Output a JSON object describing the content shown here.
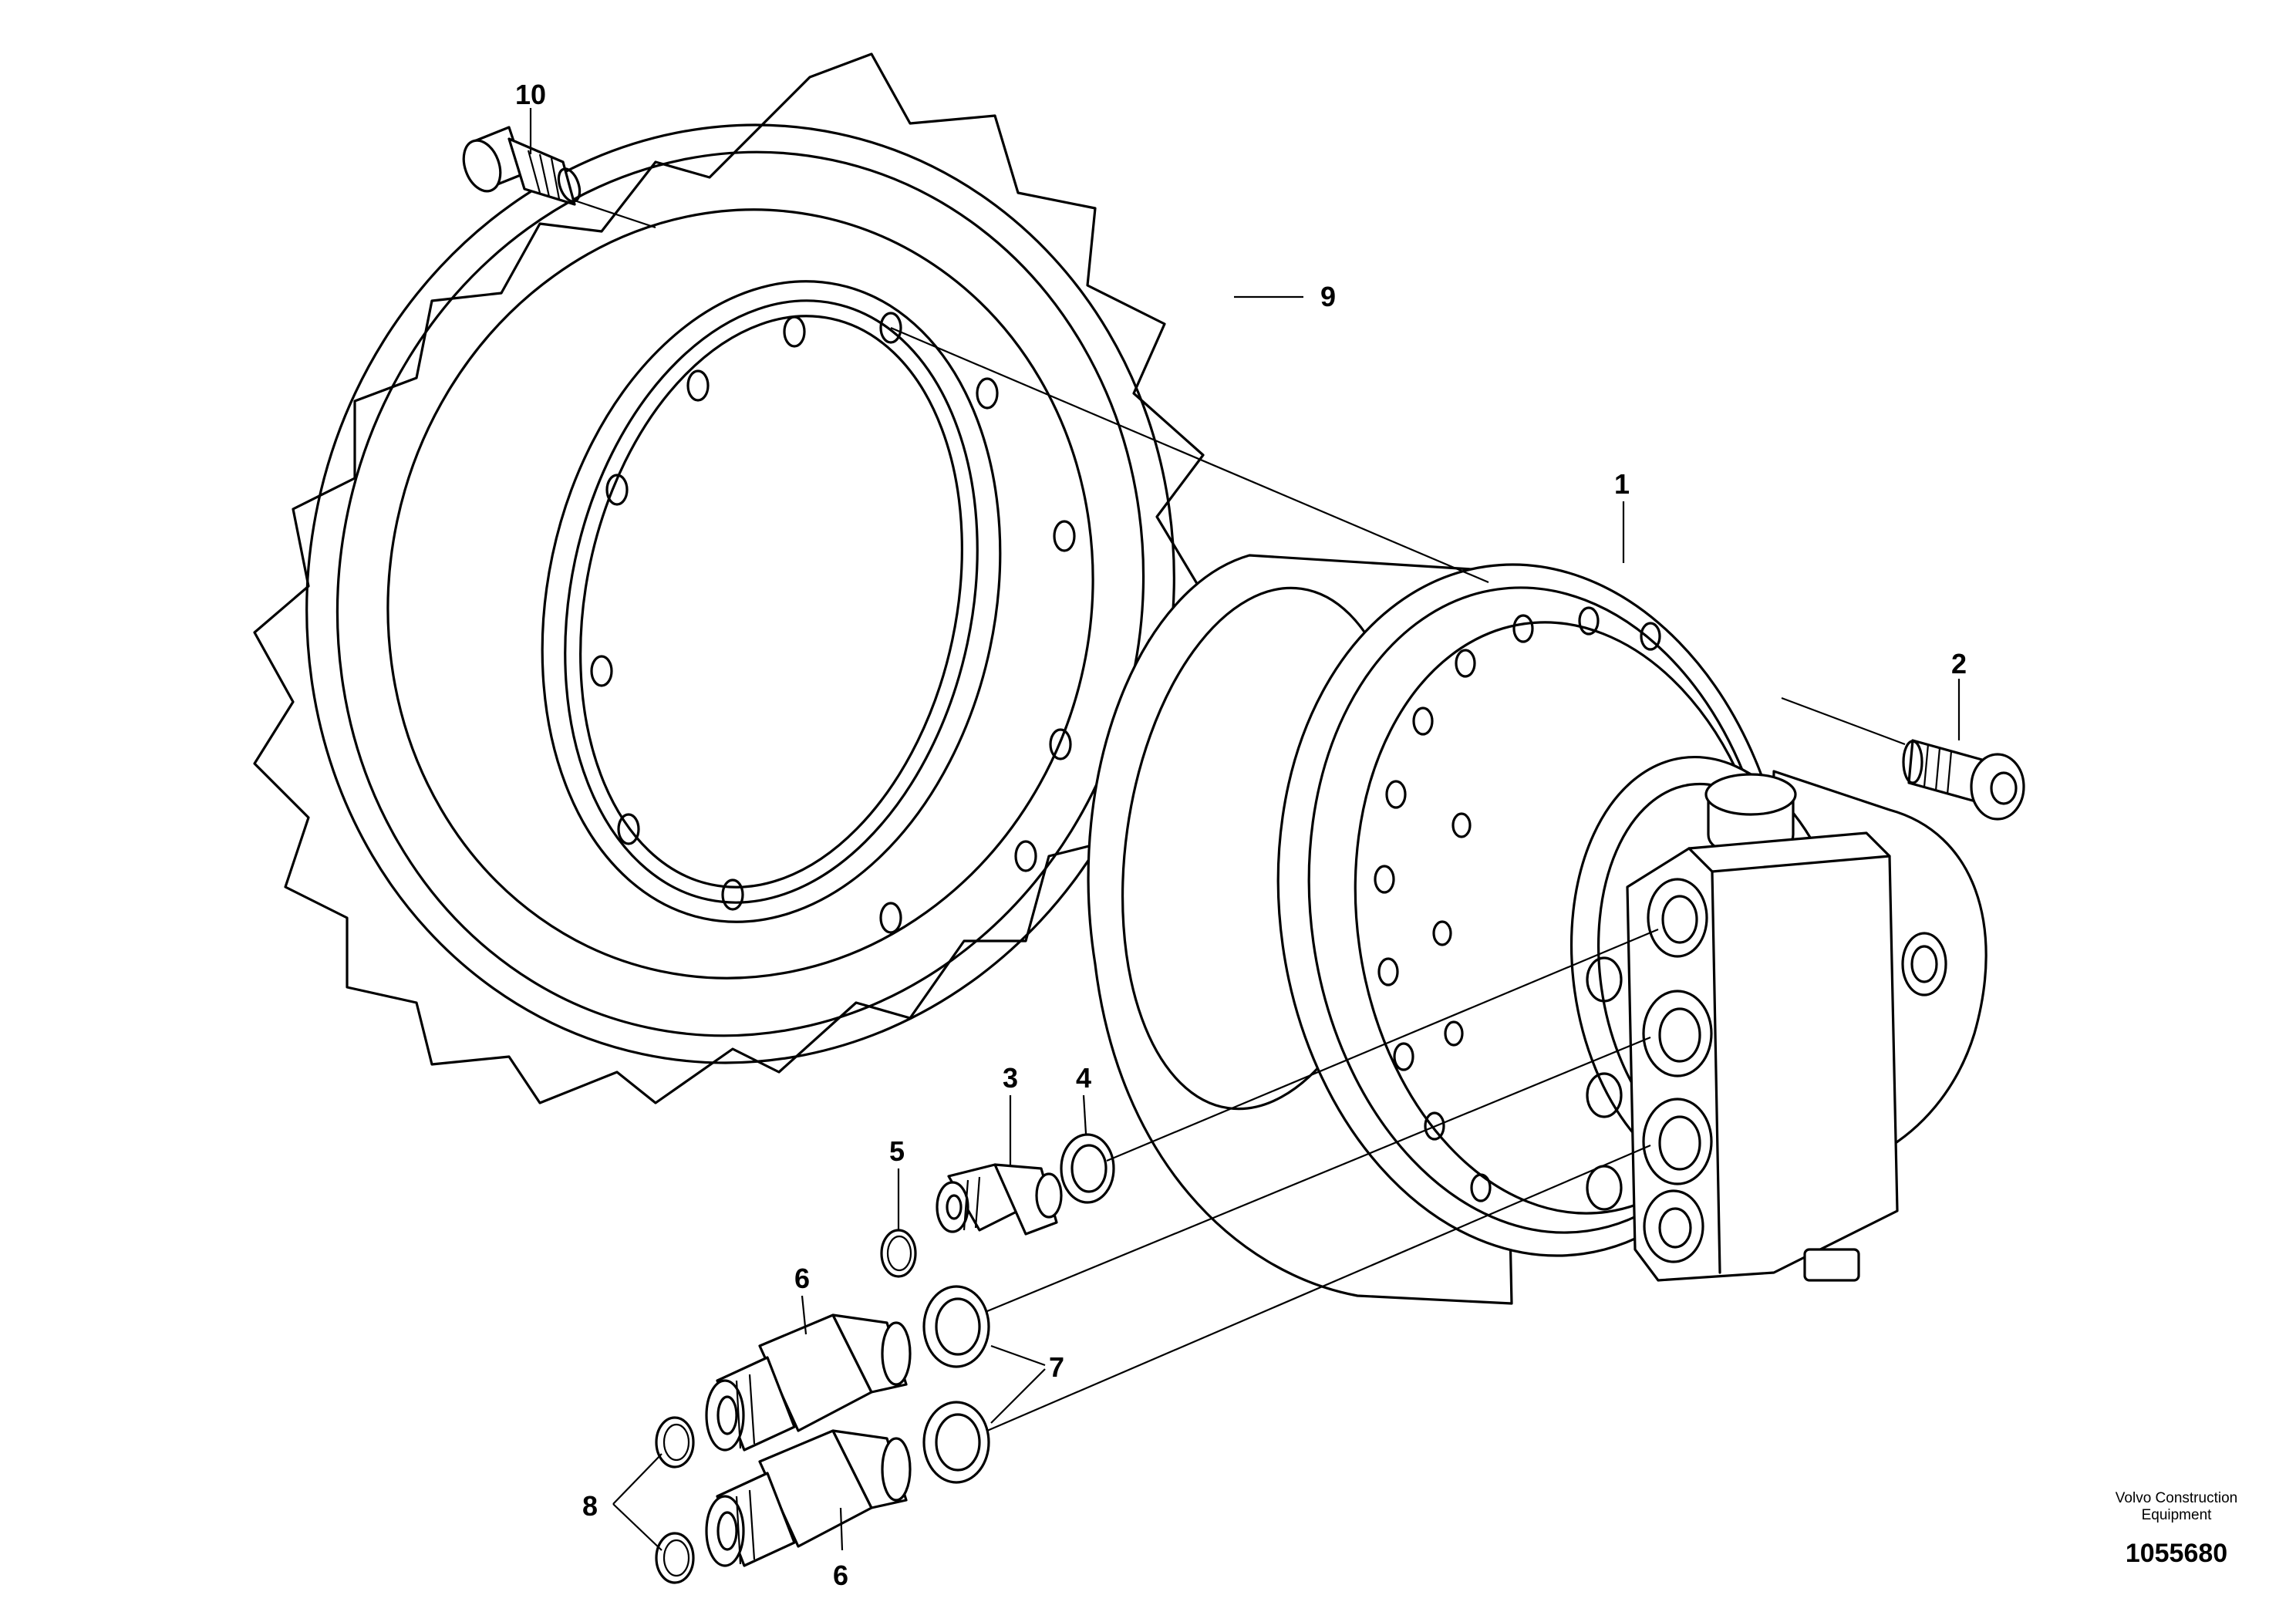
{
  "callouts": {
    "part_1": "1",
    "part_2": "2",
    "part_3": "3",
    "part_4": "4",
    "part_5": "5",
    "part_6a": "6",
    "part_6b": "6",
    "part_7": "7",
    "part_8": "8",
    "part_9": "9",
    "part_10": "10"
  },
  "credit": {
    "line1": "Volvo Construction",
    "line2": "Equipment"
  },
  "document_number": "1055680"
}
